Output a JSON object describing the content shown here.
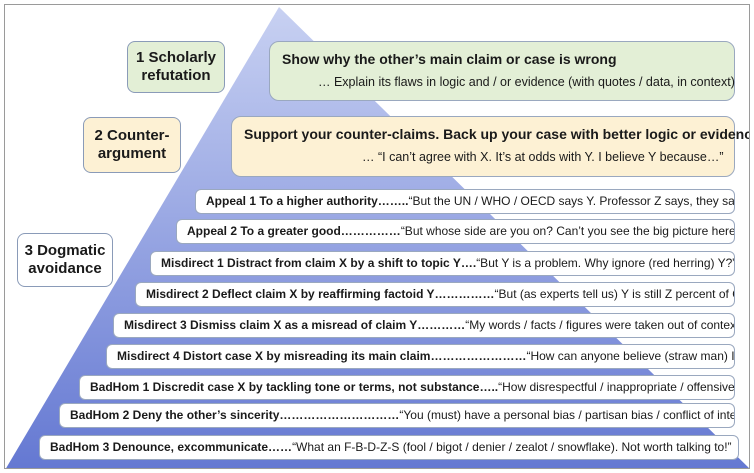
{
  "levels": [
    {
      "number": "1",
      "name_line1": "Scholarly",
      "name_line2": "refutation"
    },
    {
      "number": "2",
      "name_line1": "Counter-",
      "name_line2": "argument"
    },
    {
      "number": "3",
      "name_line1": "Dogmatic",
      "name_line2": "avoidance"
    }
  ],
  "scholarly": {
    "headline": "Show why the other’s main claim or case is wrong",
    "detail": "…  Explain its flaws in logic and / or evidence (with quotes / data, in context)"
  },
  "counter": {
    "headline": "Support your counter-claims.  Back up your case with better logic or evidence",
    "detail": "…  “I can’t agree with X.  It’s at odds with Y.  I believe Y because…”"
  },
  "tactics": [
    {
      "category": "Appeal 1  To a higher authority……..",
      "quote": "“But  the UN / WHO / OECD says Y.  Professor Z says, they say Y”"
    },
    {
      "category": "Appeal 2  To a greater good……………",
      "quote": "“But whose side are you on?  Can’t you see the big picture here?”"
    },
    {
      "category": "Misdirect 1  Distract from claim X by a shift to topic Y….",
      "quote": "“But Y is a problem.  Why ignore (red herring) Y?”"
    },
    {
      "category": "Misdirect 2  Deflect claim X by reaffirming factoid Y……………",
      "quote": "“But (as experts tell us) Y is still Z percent of Q”"
    },
    {
      "category": "Misdirect 3  Dismiss claim X as a misread of claim Y…………",
      "quote": "“My words / facts / figures were taken out of context”"
    },
    {
      "category": "Misdirect 4  Distort case X by misreading its main claim……………………",
      "quote": "“How can anyone believe (straw man) INXS?”"
    },
    {
      "category": "BadHom 1  Discredit case X by tackling tone or terms, not substance…..",
      "quote": "“How disrespectful / inappropriate / offensive!”"
    },
    {
      "category": "BadHom 2  Deny the other’s sincerity…………………………",
      "quote": "“You  (must) have a personal bias / partisan bias / conflict of interest”"
    },
    {
      "category": "BadHom 3  Denounce, excommunicate……",
      "quote": "“What an F-B-D-Z-S (fool / bigot / denier / zealot / snowflake).  Not worth talking to!”"
    }
  ],
  "colors": {
    "pyramid_top": "#c8d1f2",
    "pyramid_bottom": "#6478d2",
    "scholarly_fill": "#e3efd6",
    "counter_fill": "#fdf1d4",
    "box_border": "#9aa8bf"
  }
}
